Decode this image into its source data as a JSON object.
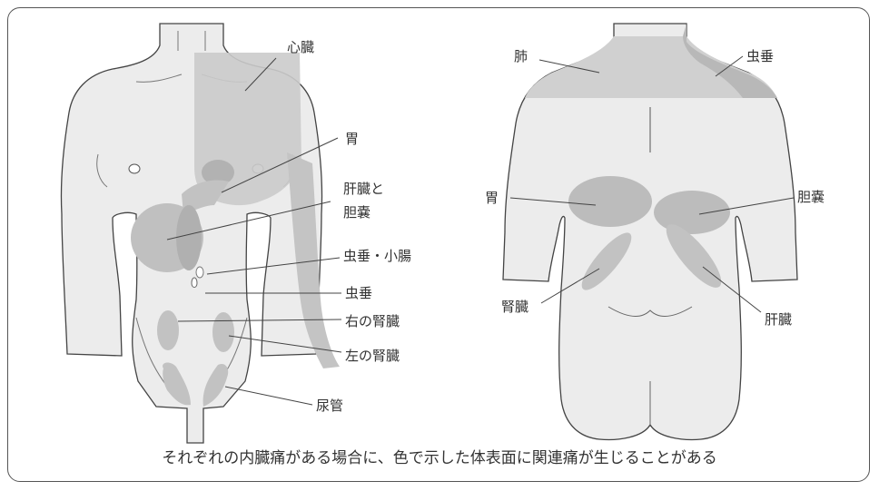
{
  "front_labels": {
    "heart": "心臓",
    "stomach": "胃",
    "liver_gallbladder_1": "肝臓と",
    "liver_gallbladder_2": "胆嚢",
    "appendix_small_intestine": "虫垂・小腸",
    "appendix": "虫垂",
    "right_kidney": "右の腎臓",
    "left_kidney": "左の腎臓",
    "ureter": "尿管"
  },
  "back_labels": {
    "lung": "肺",
    "appendix": "虫垂",
    "stomach": "胃",
    "gallbladder": "胆嚢",
    "kidney": "腎臓",
    "liver": "肝臓"
  },
  "caption": "それぞれの内臓痛がある場合に、色で示した体表面に関連痛が生じることがある",
  "colors": {
    "skin": "#ececec",
    "referred_area": "#d2d2d2",
    "organ": "#bdbdbd",
    "outline": "#444444",
    "frame": "#555555"
  }
}
